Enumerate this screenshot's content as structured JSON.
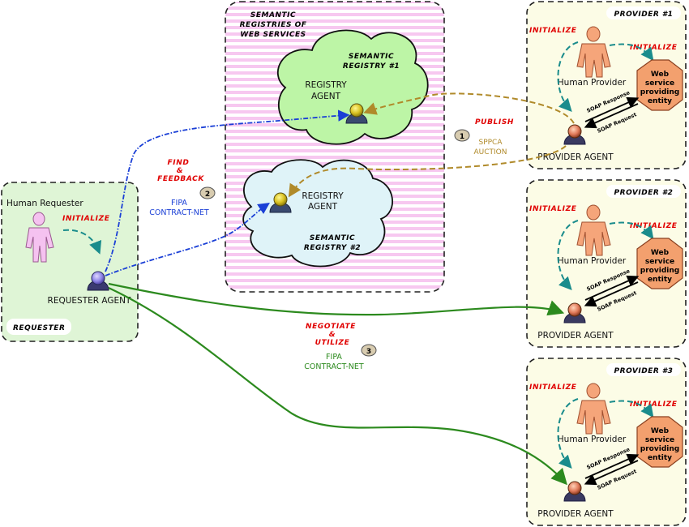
{
  "requester": {
    "box_label": "REQUESTER",
    "human_label": "Human Requester",
    "initialize": "INITIALIZE",
    "agent_label": "REQUESTER AGENT"
  },
  "registries": {
    "box_label_lines": [
      "SEMANTIC",
      "REGISTRIES OF",
      "WEB SERVICES"
    ],
    "registry1": {
      "name_lines": [
        "SEMANTIC",
        "REGISTRY #1"
      ],
      "agent_lines": [
        "REGISTRY",
        "AGENT"
      ]
    },
    "registry2": {
      "name_lines": [
        "SEMANTIC",
        "REGISTRY #2"
      ],
      "agent_lines": [
        "REGISTRY",
        "AGENT"
      ]
    }
  },
  "providers": [
    {
      "box_label": "PROVIDER #1",
      "initialize_left": "INITIALIZE",
      "initialize_right": "INITIALIZE",
      "human_label": "Human Provider",
      "web_service_lines": [
        "Web",
        "service",
        "providing",
        "entity"
      ],
      "soap_response": "SOAP Response",
      "soap_request": "SOAP Request",
      "agent_label": "PROVIDER AGENT"
    },
    {
      "box_label": "PROVIDER #2",
      "initialize_left": "INITIALIZE",
      "initialize_right": "INITIALIZE",
      "human_label": "Human Provider",
      "web_service_lines": [
        "Web",
        "service",
        "providing",
        "entity"
      ],
      "soap_response": "SOAP Response",
      "soap_request": "SOAP Request",
      "agent_label": "PROVIDER AGENT"
    },
    {
      "box_label": "PROVIDER #3",
      "initialize_left": "INITIALIZE",
      "initialize_right": "INITIALIZE",
      "human_label": "Human Provider",
      "web_service_lines": [
        "Web",
        "service",
        "providing",
        "entity"
      ],
      "soap_response": "SOAP Response",
      "soap_request": "SOAP Request",
      "agent_label": "PROVIDER AGENT"
    }
  ],
  "steps": {
    "publish": {
      "number": "1",
      "verb": "PUBLISH",
      "protocol_lines": [
        "SPPCA",
        "AUCTION"
      ]
    },
    "find": {
      "number": "2",
      "verb_lines": [
        "FIND",
        "&",
        "FEEDBACK"
      ],
      "protocol_lines": [
        "FIPA",
        "CONTRACT-NET"
      ]
    },
    "negotiate": {
      "number": "3",
      "verb_lines": [
        "NEGOTIATE",
        "&",
        "UTILIZE"
      ],
      "protocol_lines": [
        "FIPA",
        "CONTRACT-NET"
      ]
    }
  },
  "colors": {
    "requester_fill": "#dff5d6",
    "provider_fill": "#fcfce6",
    "registry_stripe": "#f7c8f0",
    "cloud1_fill": "#bdf5a6",
    "cloud2_fill": "#dff3f8",
    "human_requester": "#f5c2f0",
    "human_provider": "#f5a57a",
    "web_service": "#f3a06e",
    "publish_arrow": "#b08a2a",
    "find_arrow": "#1a3fd6",
    "negotiate_arrow": "#2c8a1e",
    "initialize_arrow": "#1a8c8c",
    "red_text": "#e00000"
  }
}
